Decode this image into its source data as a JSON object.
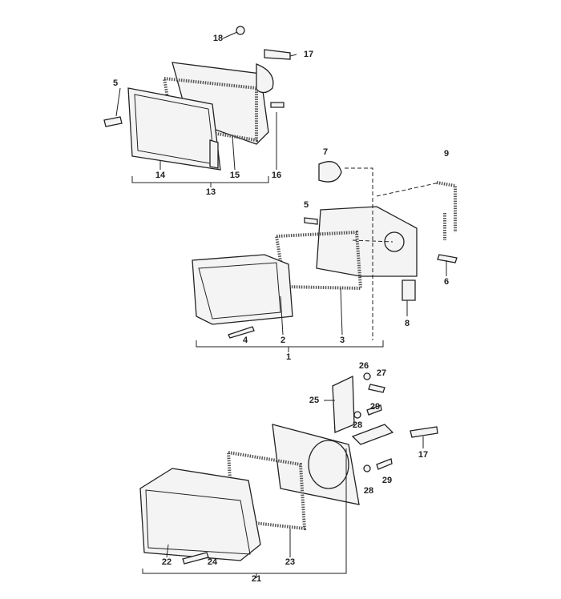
{
  "title": "Headlamp / fog lamp / turn signal assembly parts diagram",
  "callouts": {
    "c18": "18",
    "c17a": "17",
    "c5a": "5",
    "c14": "14",
    "c15": "15",
    "c16": "16",
    "c13": "13",
    "c7": "7",
    "c9": "9",
    "c5b": "5",
    "c6": "6",
    "c8": "8",
    "c4": "4",
    "c2": "2",
    "c3": "3",
    "c1": "1",
    "c26": "26",
    "c27": "27",
    "c25": "25",
    "c29a": "29",
    "c28a": "28",
    "c17b": "17",
    "c28b": "28",
    "c29b": "29",
    "c22": "22",
    "c24": "24",
    "c23": "23",
    "c21": "21"
  }
}
